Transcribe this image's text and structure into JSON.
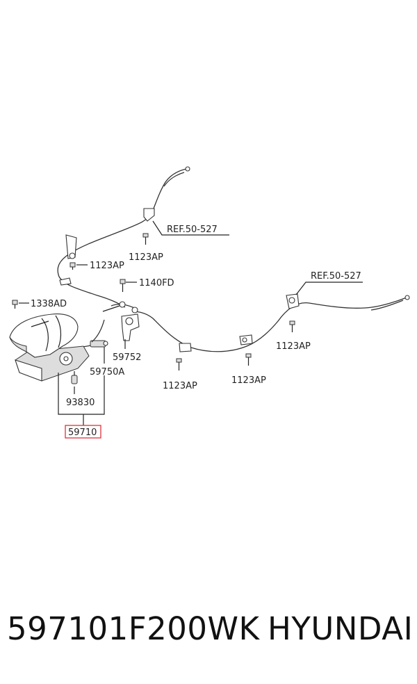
{
  "labels": {
    "ref_upper": "REF.50-527",
    "ref_right": "REF.50-527",
    "bolt_upper_center": "1123AP",
    "bolt_upper_left": "1123AP",
    "bolt_1140fd": "1140FD",
    "bolt_1338ad": "1338AD",
    "part_59752": "59752",
    "part_59750a": "59750A",
    "part_93830": "93830",
    "part_59710": "59710",
    "bolt_lower_left": "1123AP",
    "bolt_lower_center": "1123AP",
    "bolt_right": "1123AP"
  },
  "footer": {
    "part_number": "597101F200WK",
    "brand": "HYUNDAI"
  },
  "colors": {
    "highlight_box": "#e0303a",
    "line": "#222222"
  }
}
